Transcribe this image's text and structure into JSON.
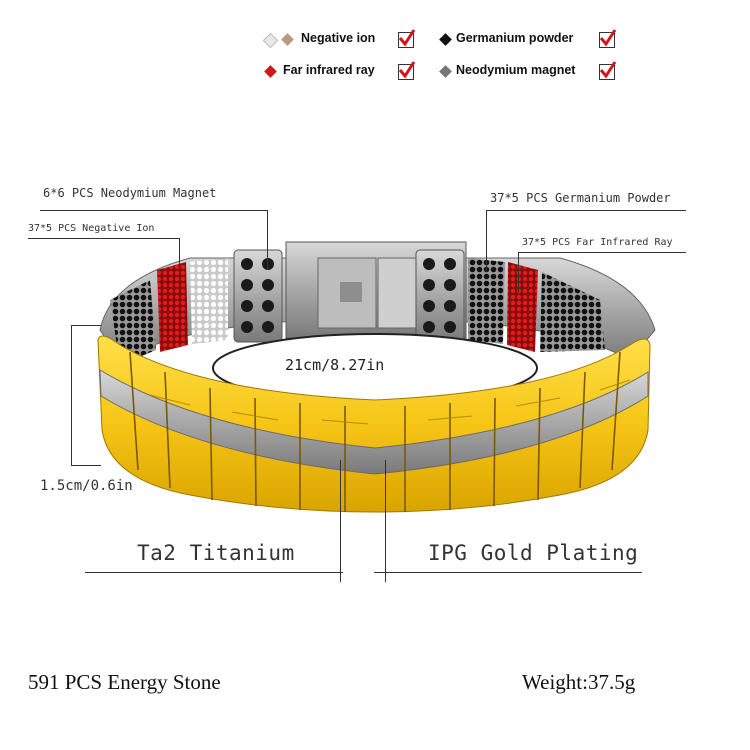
{
  "legend": {
    "negative_ion": "Negative ion",
    "germanium_powder": "Germanium powder",
    "far_infrared_ray": "Far infrared ray",
    "neodymium_magnet": "Neodymium magnet"
  },
  "callouts": {
    "neodymium_magnet": "6*6 PCS Neodymium Magnet",
    "negative_ion": "37*5 PCS Negative Ion",
    "germanium_powder": "37*5 PCS Germanium Powder",
    "far_infrared_ray": "37*5 PCS Far Infrared Ray",
    "circumference": "21cm/8.27in",
    "width": "1.5cm/0.6in",
    "material": "Ta2 Titanium",
    "plating": "IPG Gold Plating"
  },
  "footer": {
    "energy_stones": "591 PCS Energy Stone",
    "weight": "Weight:37.5g"
  },
  "colors": {
    "gold": "#f3c21c",
    "silver": "#9a9a9a",
    "red": "#c21a1a",
    "check": "#d01818"
  }
}
